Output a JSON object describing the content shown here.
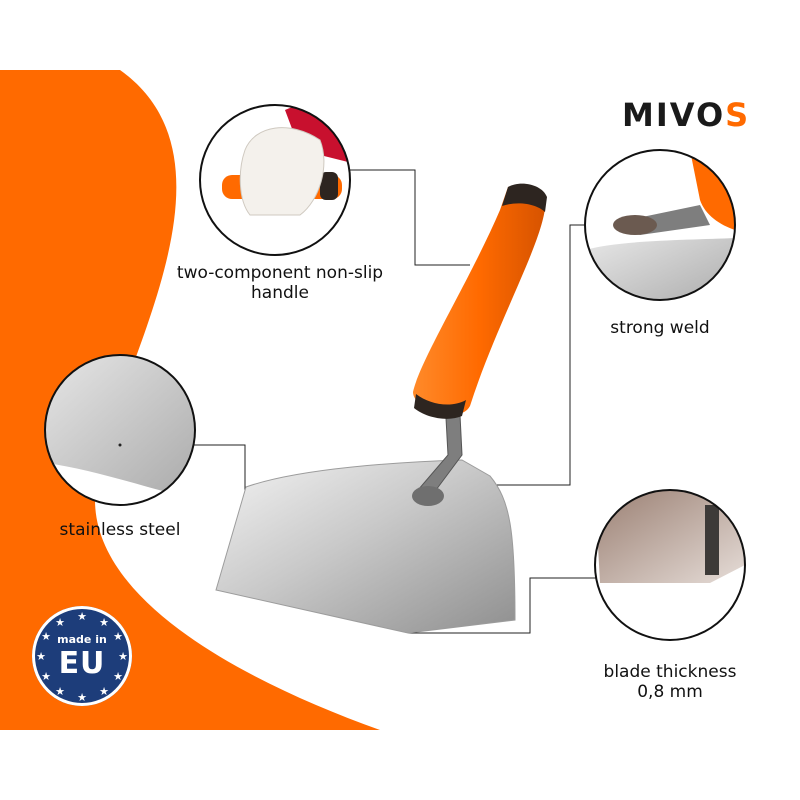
{
  "brand": {
    "logo_text": "MIVO",
    "logo_accent": "S"
  },
  "callouts": {
    "handle": {
      "line1": "two-component non-slip",
      "line2": "handle"
    },
    "weld": {
      "line1": "strong weld"
    },
    "steel": {
      "line1": "stainless steel"
    },
    "thickness": {
      "line1": "blade thickness",
      "line2": "0,8 mm"
    }
  },
  "badge": {
    "line1": "made in",
    "line2": "EU"
  },
  "colors": {
    "orange": "#ff6a00",
    "eu_blue": "#1d3d7a",
    "star": "#ffffff"
  },
  "icons": [
    "eu-star-icon"
  ]
}
